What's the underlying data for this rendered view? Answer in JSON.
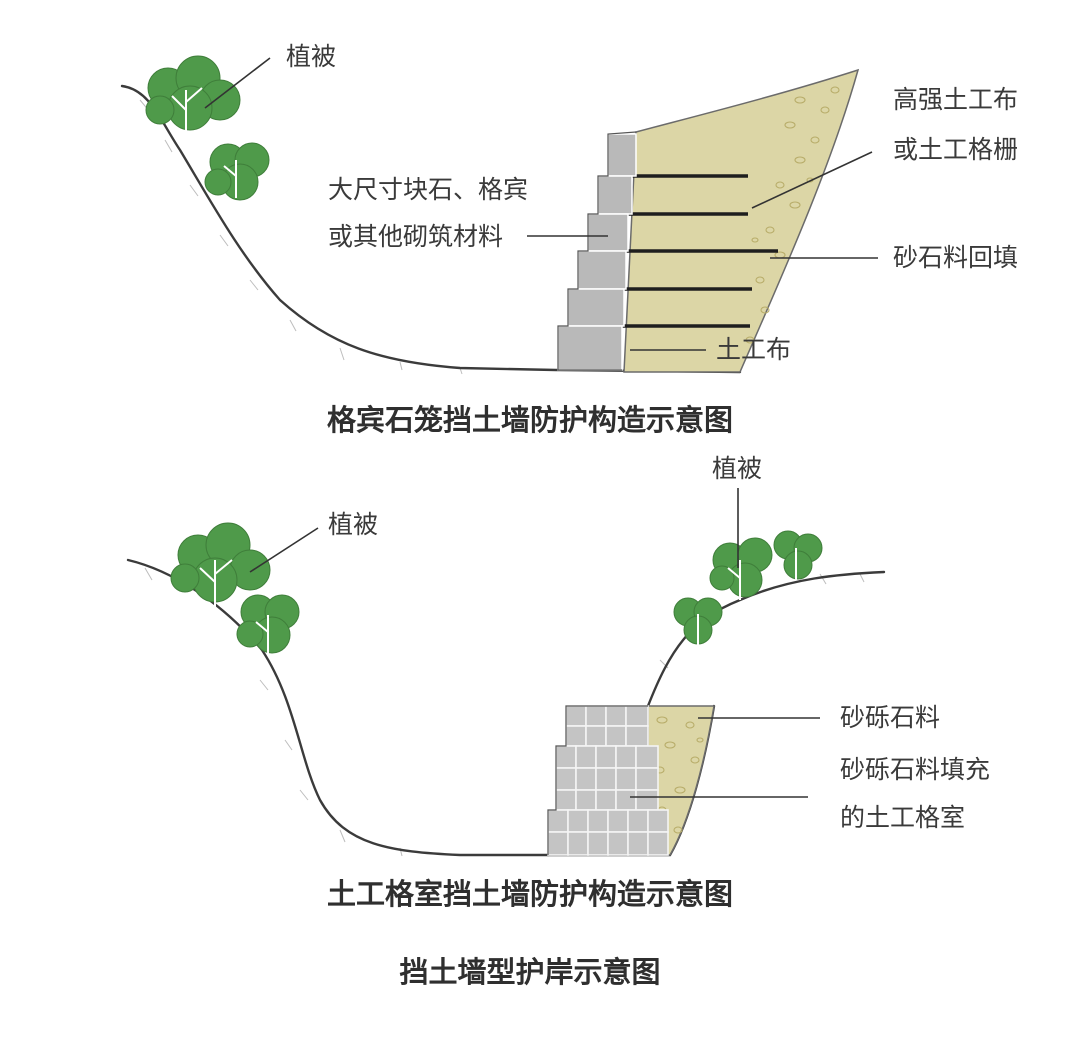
{
  "top_diagram": {
    "caption": "格宾石笼挡土墙防护构造示意图",
    "labels": {
      "vegetation": "植被",
      "stone_line1": "大尺寸块石、格宾",
      "stone_line2": "或其他砌筑材料",
      "geo_line1": "高强土工布",
      "geo_line2": "或土工格栅",
      "backfill": "砂石料回填",
      "geotextile": "土工布"
    }
  },
  "bottom_diagram": {
    "caption": "土工格室挡土墙防护构造示意图",
    "labels": {
      "vegetation_left": "植被",
      "vegetation_right": "植被",
      "gravel": "砂砾石料",
      "cell_line1": "砂砾石料填充",
      "cell_line2": "的土工格室"
    }
  },
  "figure_title": "挡土墙型护岸示意图",
  "colors": {
    "vegetation": "#4f9a4a",
    "stone_block": "#b9b9b9",
    "backfill": "#dcd6a6",
    "geotextile_layer": "#1e1e1e"
  },
  "icons": [
    "tree-icon"
  ]
}
